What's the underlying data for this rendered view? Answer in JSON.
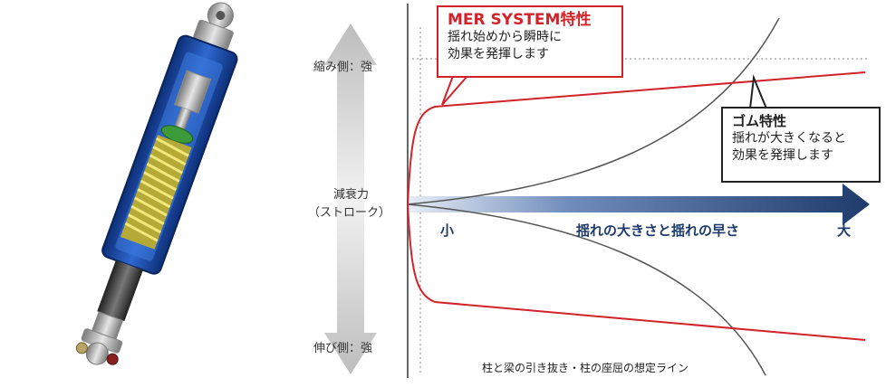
{
  "vertical_axis": {
    "top_label": "縮み側：強",
    "middle_label_line1": "減衰力",
    "middle_label_line2": "（ストローク）",
    "bottom_label": "伸び側：強"
  },
  "horizontal_axis": {
    "small_label": "小",
    "middle_label": "揺れの大きさと揺れの早さ",
    "large_label": "大"
  },
  "callouts": {
    "mer": {
      "title": "MER SYSTEM特性",
      "line1": "揺れ始めから瞬時に",
      "line2": "効果を発揮します"
    },
    "rubber": {
      "title": "ゴム特性",
      "line1": "揺れが大きくなると",
      "line2": "効果を発揮します"
    }
  },
  "caption": "柱と梁の引き抜き・柱の座屈の想定ライン",
  "colors": {
    "mer_curve": "#d2232a",
    "rubber_curve": "#555555",
    "arrow_dark": "#1f3b6b",
    "arrow_light": "#c9d6ea",
    "shock_blue": "#1f4fa8",
    "spring_yellow": "#d9cc4a",
    "spring_green": "#3c9a3a"
  }
}
